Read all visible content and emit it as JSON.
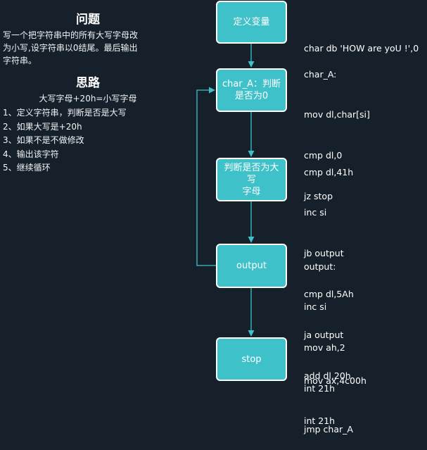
{
  "left": {
    "problem_title": "问题",
    "problem_lines": [
      "写一个把字符串中的所有大写字母改",
      "为小写,设字符串以0结尾。最后输出",
      "字符串。"
    ],
    "idea_title": "思路",
    "idea_formula": "大写字母+20h=小写字母",
    "steps": [
      "1、定义字符串，判断是否是大写",
      "2、如果大写是+20h",
      "3、如果不是不做修改",
      "4、输出该字符",
      "5、继续循环"
    ]
  },
  "nodes": {
    "define": "定义变量",
    "char_a_line1": "char_A：判断",
    "char_a_line2": "是否为0",
    "judge_line1": "判断是否为大写",
    "judge_line2": "字母",
    "output": "output",
    "stop": "stop"
  },
  "code": {
    "block1": [
      "char db 'HOW are yoU !',0"
    ],
    "block2": [
      "char_A:",
      "mov dl,char[si]",
      "cmp dl,0",
      "jz stop"
    ],
    "block3": [
      "cmp dl,41h",
      "inc si",
      "jb output",
      "cmp dl,5Ah",
      "ja output",
      "add dl,20h"
    ],
    "block4": [
      "output:",
      "inc si",
      "mov ah,2",
      "int 21h",
      "jmp char_A"
    ],
    "block5": [
      "mov ax,4c00h",
      "int 21h"
    ]
  },
  "colors": {
    "background": "#16202b",
    "node_fill": "#3fc1c9",
    "node_border": "#ffffff",
    "edge": "#3fc1c9"
  }
}
